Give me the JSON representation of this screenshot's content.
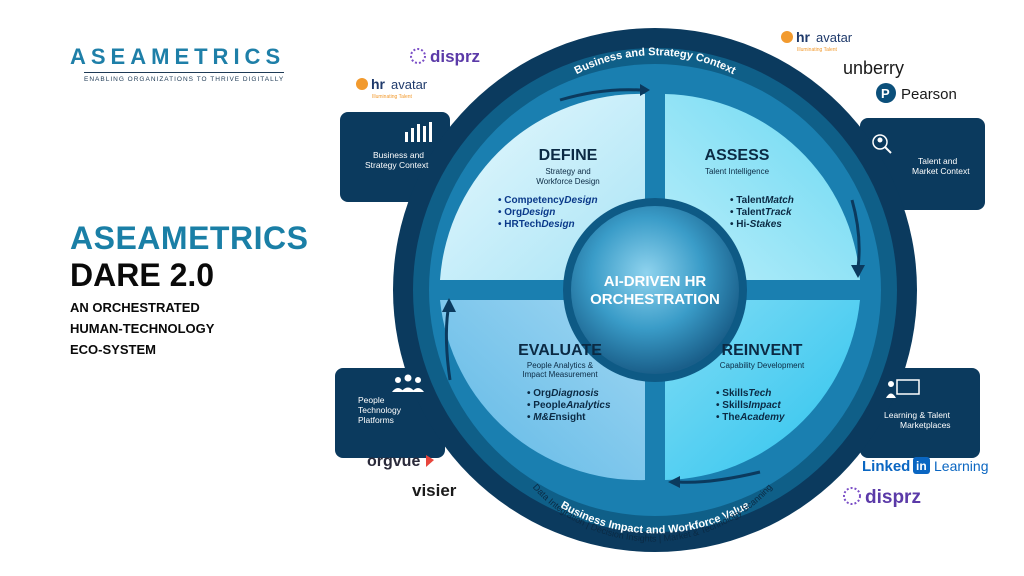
{
  "brand": {
    "logo_text": "ASEAMETRICS",
    "tagline": "ENABLING ORGANIZATIONS TO THRIVE DIGITALLY"
  },
  "headline": {
    "brand": "ASEAMETRICS",
    "product": "DARE 2.0",
    "sub1": "AN ORCHESTRATED",
    "sub2": "HUMAN-TECHNOLOGY",
    "sub3": "ECO-SYSTEM"
  },
  "ring": {
    "top_arc": "Business and Strategy Context",
    "bottom_arc": "Business Impact and Workforce Value",
    "inner_arc": "Data Integration | Decision Insights | Market & Technology Scanning"
  },
  "center": {
    "line1": "AI-DRIVEN HR",
    "line2": "ORCHESTRATION"
  },
  "quadrants": {
    "define": {
      "title": "DEFINE",
      "sub1": "Strategy and",
      "sub2": "Workforce Design",
      "items": [
        [
          "Competency",
          "Design"
        ],
        [
          "Org",
          "Design"
        ],
        [
          "HRTech",
          "Design"
        ]
      ]
    },
    "assess": {
      "title": "ASSESS",
      "sub1": "Talent Intelligence",
      "sub2": "",
      "items": [
        [
          "Talent",
          "Match"
        ],
        [
          "Talent",
          "Track"
        ],
        [
          "Hi-",
          "Stakes"
        ]
      ]
    },
    "evaluate": {
      "title": "EVALUATE",
      "sub1": "People Analytics &",
      "sub2": "Impact Measurement",
      "items": [
        [
          "Org",
          "Diagnosis"
        ],
        [
          "People",
          "Analytics"
        ],
        [
          "M&E",
          "nsight"
        ]
      ]
    },
    "reinvent": {
      "title": "REINVENT",
      "sub1": "Capability Development",
      "sub2": "",
      "items": [
        [
          "Skills",
          "Tech"
        ],
        [
          "Skills",
          "Impact"
        ],
        [
          "The",
          "Academy"
        ]
      ]
    }
  },
  "cards": {
    "business": {
      "line1": "Business and",
      "line2": "Strategy Context",
      "icon": "bar-chart-icon"
    },
    "talent": {
      "line1": "Talent and",
      "line2": "Market Context",
      "icon": "talent-search-icon"
    },
    "people": {
      "line1": "People",
      "line2": "Technology",
      "line3": "Platforms",
      "icon": "people-group-icon"
    },
    "learning": {
      "line1": "Learning & Talent",
      "line2": "Marketplaces",
      "icon": "presentation-icon"
    }
  },
  "partners": {
    "disprz": "disprz",
    "hr": "hr",
    "avatar": "avatar",
    "hr_tag": "Illuminating Talent",
    "unberry": "unberry",
    "pearson": "Pearson",
    "orgvue": "orgvue",
    "visier": "visier",
    "linkedin": "Linked",
    "linkedin_in": "in",
    "learning": "Learning"
  },
  "colors": {
    "navy": "#0b3a5e",
    "ring": "#0f5f88",
    "accent": "#1a7fa6"
  }
}
